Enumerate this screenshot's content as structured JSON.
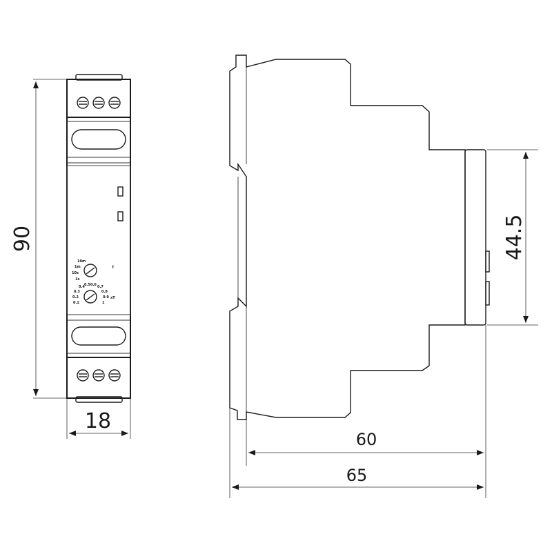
{
  "dimensions": {
    "height": "90",
    "width": "18",
    "depth_60": "60",
    "depth_65": "65",
    "front_height": "44.5"
  },
  "front_panel": {
    "time_range_labels": [
      "10m",
      "1m",
      "10s",
      "1s"
    ],
    "time_range_marker": "T",
    "multiplier_labels": [
      "0.4",
      "0.5",
      "0.6",
      "0.7",
      "0.3",
      "0.8",
      "0.2",
      "0.9",
      "0.1",
      "1"
    ],
    "multiplier_marker": "xT"
  }
}
